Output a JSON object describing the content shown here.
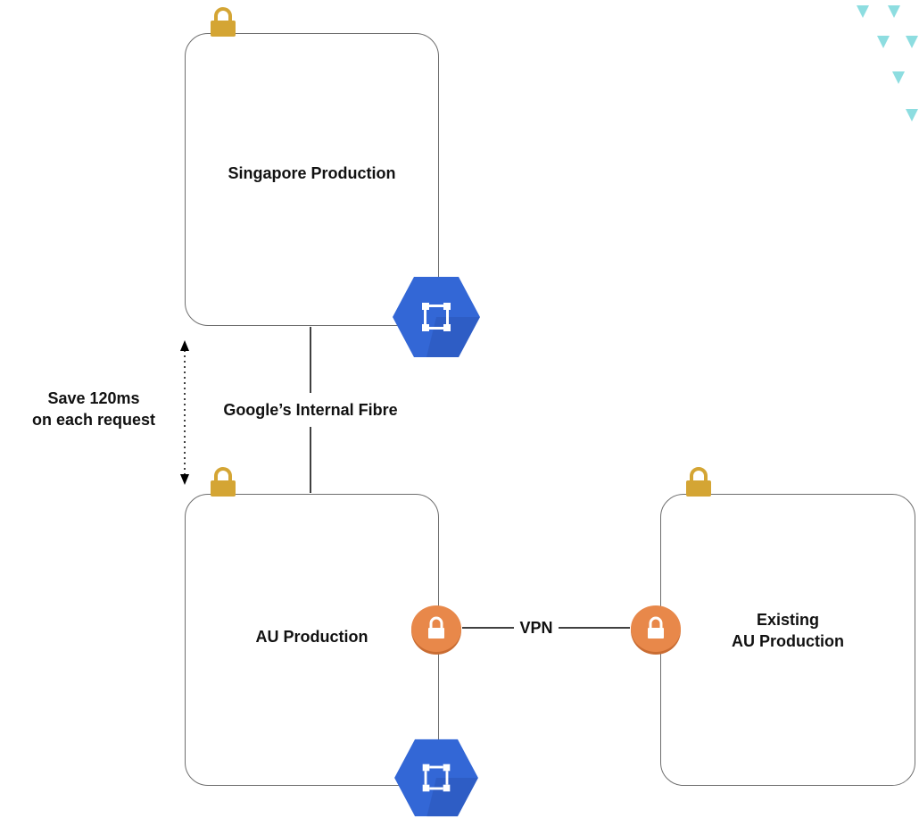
{
  "nodes": {
    "singapore": {
      "label": "Singapore Production"
    },
    "au": {
      "label": "AU Production"
    },
    "existing": {
      "label_line1": "Existing",
      "label_line2": "AU Production"
    }
  },
  "connections": {
    "fibre_label": "Google’s Internal Fibre",
    "vpn_label": "VPN"
  },
  "annotation": {
    "line1": "Save 120ms",
    "line2": "on each request"
  },
  "icons": {
    "padlock": "padlock-icon",
    "vpn_gateway": "vpn-lock-icon",
    "cloud_router": "cloud-router-icon",
    "decoration": "triangle-pattern"
  },
  "colors": {
    "padlock": "#d4a534",
    "vpn": "#e8884a",
    "router": "#3367d6",
    "decor": "#8ddde0",
    "border": "#6e6e6e"
  }
}
